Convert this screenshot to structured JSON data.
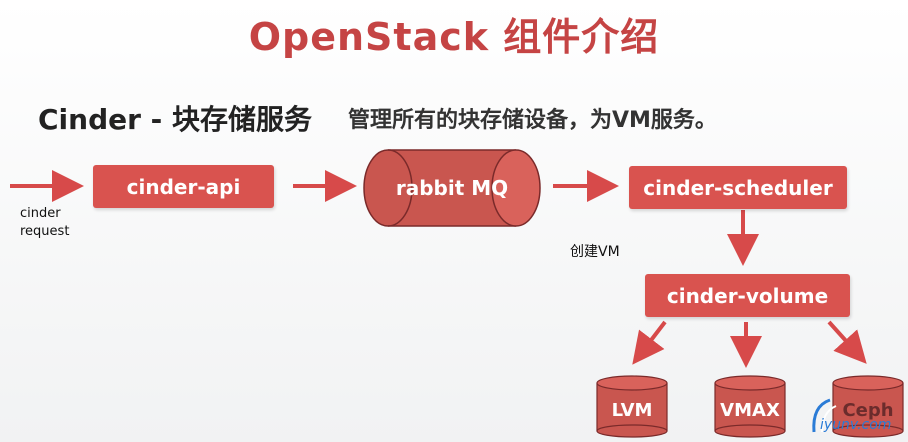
{
  "title": "OpenStack 组件介绍",
  "subtitle": "Cinder - 块存储服务",
  "description": "管理所有的块存储设备，为VM服务。",
  "request_label": "cinder\nrequest",
  "nodes": {
    "api": "cinder-api",
    "mq": "rabbit MQ",
    "scheduler": "cinder-scheduler",
    "volume": "cinder-volume"
  },
  "create_vm_label": "创建VM",
  "backends": [
    "LVM",
    "VMAX",
    "Ceph"
  ],
  "watermark": "iyunv.com",
  "colors": {
    "accent": "#d9534f",
    "title": "#c54444",
    "arrow": "#d74a4a"
  }
}
